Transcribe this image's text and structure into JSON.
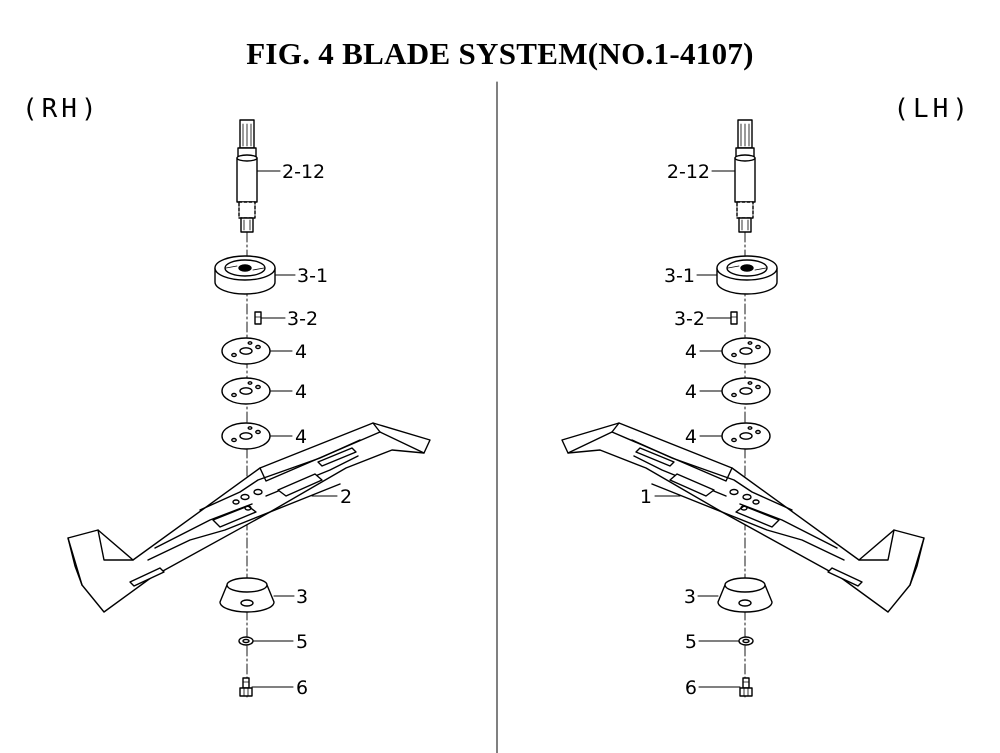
{
  "figure": {
    "title": "FIG.  4  BLADE SYSTEM(NO.1-4107)"
  },
  "sides": {
    "right": "(RH)",
    "left": "(LH)"
  },
  "rh_callouts": {
    "shaft": "2-12",
    "bearing_housing": "3-1",
    "pin": "3-2",
    "spacer_a": "4",
    "spacer_b": "4",
    "spacer_c": "4",
    "blade": "2",
    "blade_holder": "3",
    "washer": "5",
    "bolt": "6"
  },
  "lh_callouts": {
    "shaft": "2-12",
    "bearing_housing": "3-1",
    "pin": "3-2",
    "spacer_a": "4",
    "spacer_b": "4",
    "spacer_c": "4",
    "blade": "1",
    "blade_holder": "3",
    "washer": "5",
    "bolt": "6"
  }
}
